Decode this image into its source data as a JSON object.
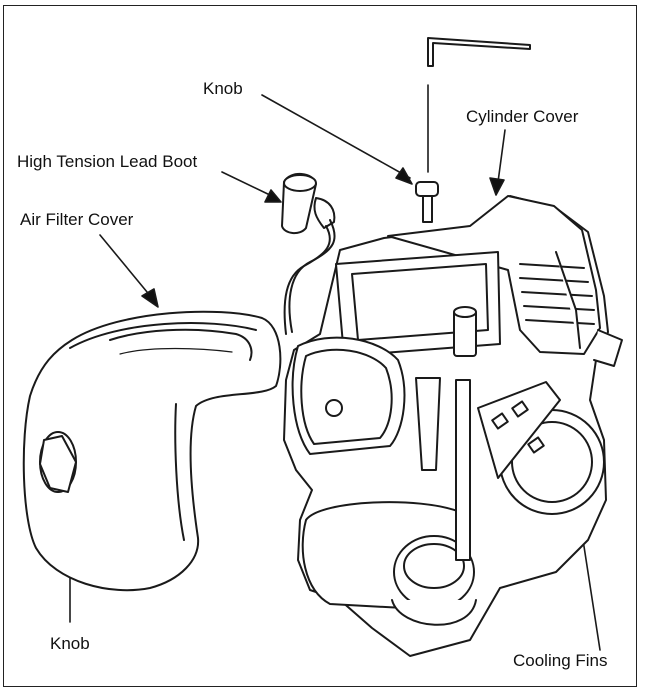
{
  "labels": {
    "knob_top": "Knob",
    "cylinder_cover": "Cylinder Cover",
    "high_tension_lead_boot": "High Tension Lead Boot",
    "air_filter_cover": "Air Filter Cover",
    "knob_bottom": "Knob",
    "cooling_fins": "Cooling Fins"
  },
  "colors": {
    "line": "#1a1a1a",
    "background": "#ffffff"
  }
}
